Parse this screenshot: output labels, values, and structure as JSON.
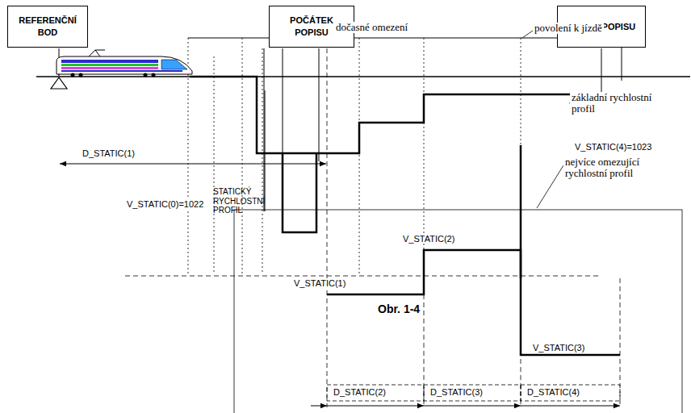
{
  "diagram": {
    "nodes": [
      {
        "text": [
          "REFERENČNÍ BOD"
        ]
      },
      {
        "text": [
          "POČÁTEK POPISU"
        ]
      },
      {
        "text": [
          "KONEC POPISU"
        ]
      }
    ],
    "labels": [
      "dočasné omezení",
      "povolení k jízdě",
      "základní rychlostní profil",
      "D_STATIC(1)",
      "V_STATIC(4)=1023",
      "nejvíce omezující rychlostní profil",
      "V_STATIC(0)=1022",
      "STATICKÝ RYCHLOSTNÍ PROFIL",
      "V_STATIC(2)",
      "V_STATIC(1)",
      "Obr. 1-4",
      "V_STATIC(3)",
      "D_STATIC(2)",
      "D_STATIC(3)",
      "D_STATIC(4)"
    ]
  }
}
